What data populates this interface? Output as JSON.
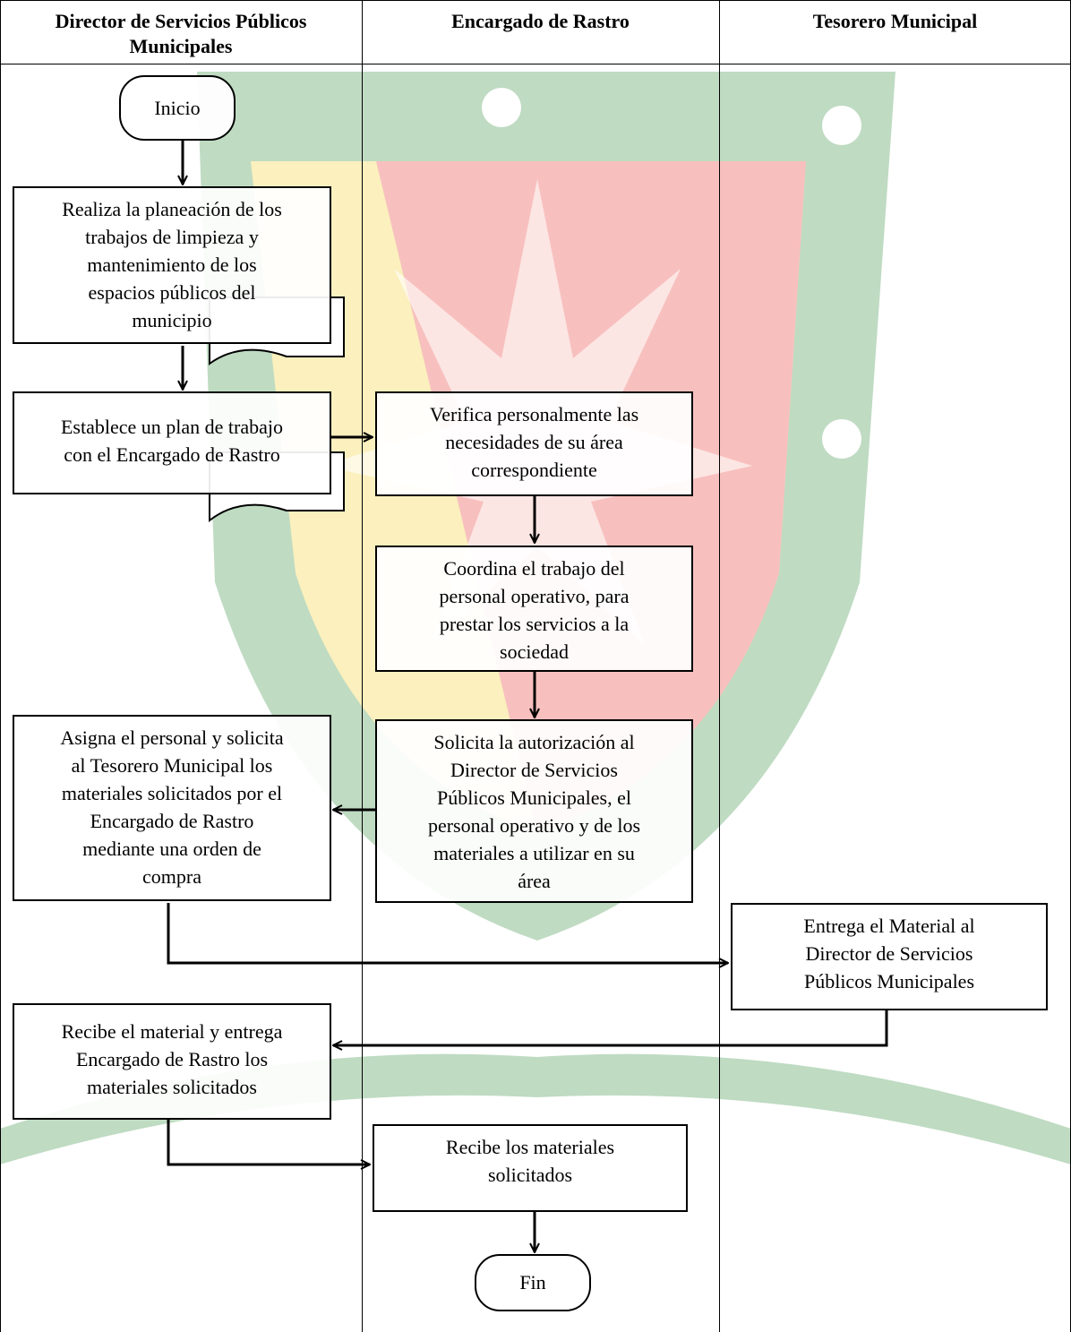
{
  "lanes": [
    {
      "title": "Director de Servicios Públicos\nMunicipales"
    },
    {
      "title": "Encargado de Rastro"
    },
    {
      "title": "Tesorero Municipal"
    }
  ],
  "nodes": {
    "start": "Inicio",
    "plan": "Realiza la planeación de los\ntrabajos de limpieza y\nmantenimiento de los\nespacios públicos del\nmunicipio",
    "establish": "Establece un plan de trabajo\ncon el Encargado de Rastro",
    "verify": "Verifica personalmente las\nnecesidades de su área\ncorrespondiente",
    "coordinate": "Coordina el trabajo del\npersonal operativo, para\nprestar los servicios a la\nsociedad",
    "request": "Solicita la autorización al\nDirector de Servicios\nPúblicos Municipales, el\npersonal operativo y de los\nmateriales a utilizar en su\nárea",
    "assign": "Asigna el personal y solicita\nal Tesorero Municipal los\nmateriales solicitados por el\nEncargado de Rastro\nmediante una orden de\ncompra",
    "deliver": "Entrega el Material al\nDirector de Servicios\nPúblicos Municipales",
    "receive_director": "Recibe el material y entrega\nEncargado de Rastro los\nmateriales solicitados",
    "receive_rastro": "Recibe los materiales\nsolicitados",
    "end": "Fin"
  },
  "colors": {
    "watermark_green": "#2e8b3a",
    "watermark_red": "#e8322a",
    "watermark_yellow": "#f2d02a"
  }
}
